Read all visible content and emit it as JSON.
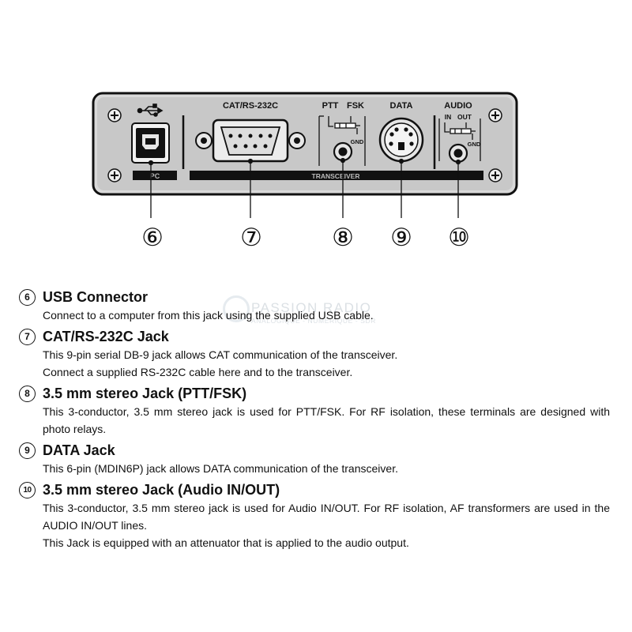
{
  "panel": {
    "labels": {
      "cat": "CAT/RS-232C",
      "ptt": "PTT",
      "fsk": "FSK",
      "gnd1": "GND",
      "data": "DATA",
      "audio": "AUDIO",
      "in": "IN",
      "out": "OUT",
      "gnd2": "GND",
      "pc": "PC",
      "transceiver": "TRANSCEIVER"
    },
    "callouts": [
      "⑥",
      "⑦",
      "⑧",
      "⑨",
      "⑩"
    ]
  },
  "watermark": {
    "title": "PASSION RADIO",
    "subtitle": "ANALOGIQUE - NUMÉRIQUE - SDR"
  },
  "items": [
    {
      "num": "6",
      "title": "USB Connector",
      "lines": [
        "Connect to a computer from this jack using the supplied USB cable."
      ]
    },
    {
      "num": "7",
      "title": "CAT/RS-232C Jack",
      "lines": [
        "This 9-pin serial DB-9 jack allows CAT communication of the transceiver.",
        "Connect a supplied RS-232C cable here and to the transceiver."
      ]
    },
    {
      "num": "8",
      "title": "3.5 mm stereo Jack (PTT/FSK)",
      "lines": [
        "This 3-conductor, 3.5 mm stereo jack is used for PTT/FSK.  For RF isolation, these terminals are designed with photo relays."
      ]
    },
    {
      "num": "9",
      "title": "DATA Jack",
      "lines": [
        "This 6-pin (MDIN6P) jack allows DATA communication of the transceiver."
      ]
    },
    {
      "num": "10",
      "title": "3.5 mm stereo Jack (Audio IN/OUT)",
      "lines": [
        "This 3-conductor, 3.5 mm stereo jack is used for Audio IN/OUT.  For RF isolation, AF transformers are used in the AUDIO IN/OUT lines.",
        "This Jack is equipped with an attenuator that is applied to the audio output."
      ]
    }
  ]
}
